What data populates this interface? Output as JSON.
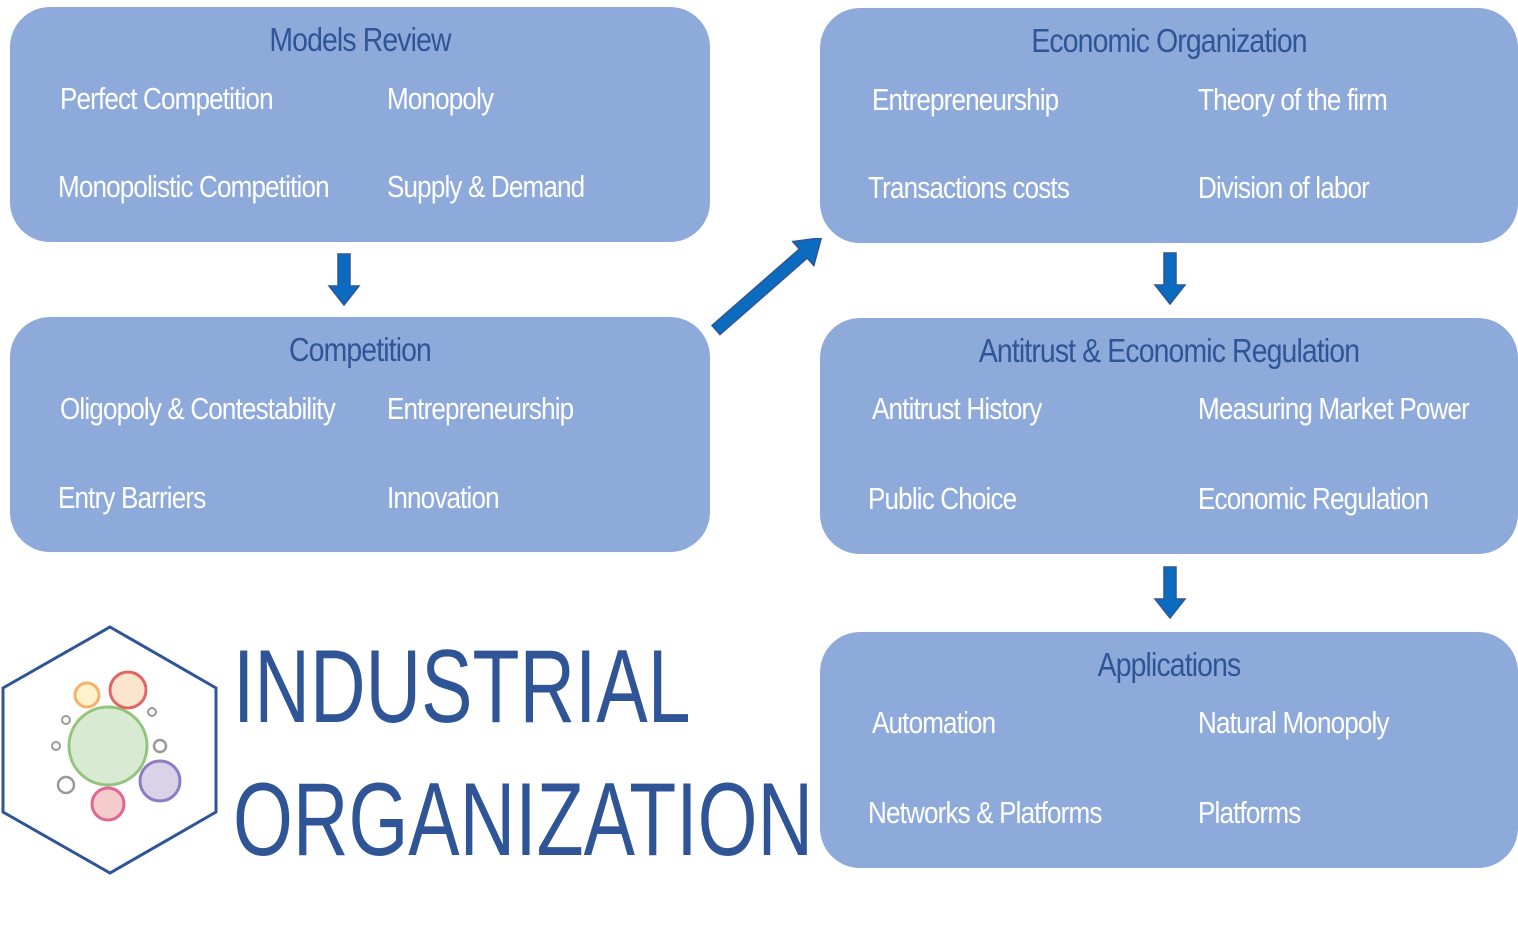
{
  "boxes": {
    "models_review": {
      "title": "Models Review",
      "items": [
        "Perfect Competition",
        "Monopoly",
        "Monopolistic Competition",
        "Supply & Demand"
      ]
    },
    "competition": {
      "title": "Competition",
      "items": [
        "Oligopoly & Contestability",
        "Entrepreneurship",
        "Entry Barriers",
        "Innovation"
      ]
    },
    "economic_organization": {
      "title": "Economic Organization",
      "items": [
        "Entrepreneurship",
        "Theory of the firm",
        "Transactions costs",
        "Division of labor"
      ]
    },
    "antitrust": {
      "title": "Antitrust & Economic Regulation",
      "items": [
        "Antitrust History",
        "Measuring Market Power",
        "Public Choice",
        "Economic Regulation"
      ]
    },
    "applications": {
      "title": "Applications",
      "items": [
        "Automation",
        "Natural Monopoly",
        "Networks & Platforms",
        "Platforms"
      ]
    }
  },
  "logo": {
    "line1": "INDUSTRIAL",
    "line2": "ORGANIZATION"
  },
  "colors": {
    "box_fill": "#8eaadb",
    "title_text": "#2f5597",
    "item_text": "#ffffff",
    "arrow": "#0b6bbf",
    "arrow_edge": "#2f5597"
  }
}
